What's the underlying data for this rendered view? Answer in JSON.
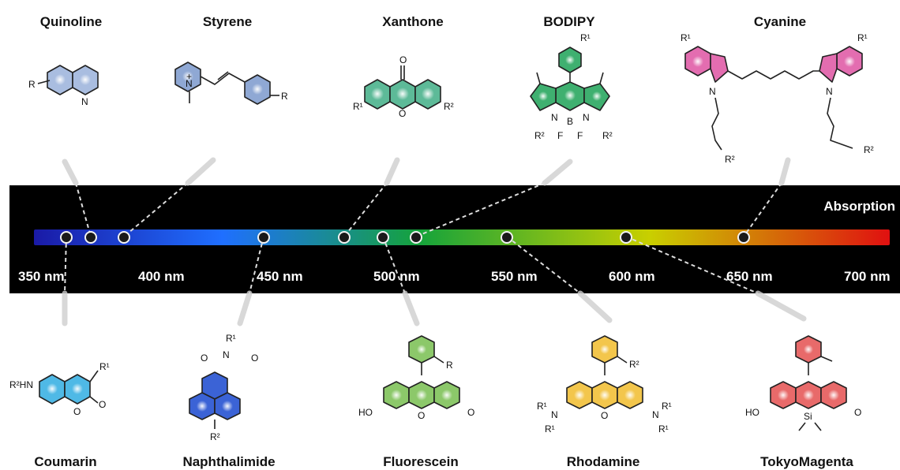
{
  "spectrum": {
    "label": "Absorption",
    "range_nm": [
      350,
      700
    ],
    "ticks": [
      "350 nm",
      "400 nm",
      "450 nm",
      "500 nm",
      "550 nm",
      "600 nm",
      "650 nm",
      "700 nm"
    ],
    "colors": [
      "#1a1aa6",
      "#1f6fff",
      "#15a33b",
      "#c9cf00",
      "#e01010"
    ]
  },
  "dyes_top": [
    {
      "name": "Quinoline",
      "absorption_nm": 363,
      "color": "#a9bde0"
    },
    {
      "name": "Styrene",
      "absorption_nm": 375,
      "color": "#8fa8d4"
    },
    {
      "name": "Xanthone",
      "absorption_nm": 478,
      "color": "#5dba98"
    },
    {
      "name": "BODIPY",
      "absorption_nm": 502,
      "color": "#3fb070"
    },
    {
      "name": "Cyanine",
      "absorption_nm": 650,
      "color": "#e36db0"
    }
  ],
  "dyes_bottom": [
    {
      "name": "Coumarin",
      "absorption_nm": 350,
      "color": "#4fb9e6"
    },
    {
      "name": "Naphthalimide",
      "absorption_nm": 450,
      "color": "#3b63d6"
    },
    {
      "name": "Fluorescein",
      "absorption_nm": 490,
      "color": "#8cc86a"
    },
    {
      "name": "Rhodamine",
      "absorption_nm": 555,
      "color": "#f3c64c"
    },
    {
      "name": "TokyoMagenta",
      "absorption_nm": 600,
      "color": "#e86a6a"
    }
  ],
  "atoms": {
    "R": "R",
    "R1": "R¹",
    "R2": "R²",
    "N": "N",
    "O": "O",
    "F": "F",
    "B": "B",
    "Si": "Si",
    "HO": "HO",
    "HN": "HN",
    "plus": "+",
    "minus": "-",
    "NR1": "N",
    "R2HN": "R²HN"
  }
}
